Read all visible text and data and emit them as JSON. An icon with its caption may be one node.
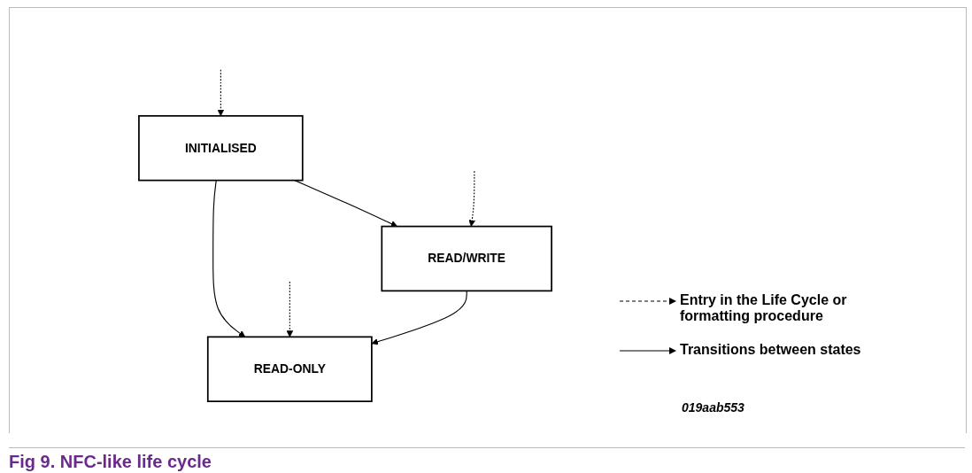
{
  "diagram": {
    "caption": "Fig 9. NFC-like life cycle",
    "nodes": [
      {
        "text": [
          "INITIALISED"
        ]
      },
      {
        "text": [
          "READ/WRITE"
        ]
      },
      {
        "text": [
          "READ-ONLY"
        ]
      }
    ],
    "edges": [
      {
        "from": null,
        "to": 0,
        "arrow": "to",
        "style": "dashed"
      },
      {
        "from": 0,
        "to": 1,
        "arrow": "to"
      },
      {
        "from": null,
        "to": 1,
        "arrow": "to",
        "style": "dashed"
      },
      {
        "from": 1,
        "to": 2,
        "arrow": "to"
      },
      {
        "from": null,
        "to": 2,
        "arrow": "to",
        "style": "dashed"
      },
      {
        "from": 0,
        "to": 2,
        "arrow": "to"
      }
    ],
    "labels": [
      "019aab553"
    ],
    "legend": [
      {
        "text": "Entry in the Life Cycle or formatting procedure"
      },
      {
        "text": "Transitions between states"
      }
    ]
  }
}
